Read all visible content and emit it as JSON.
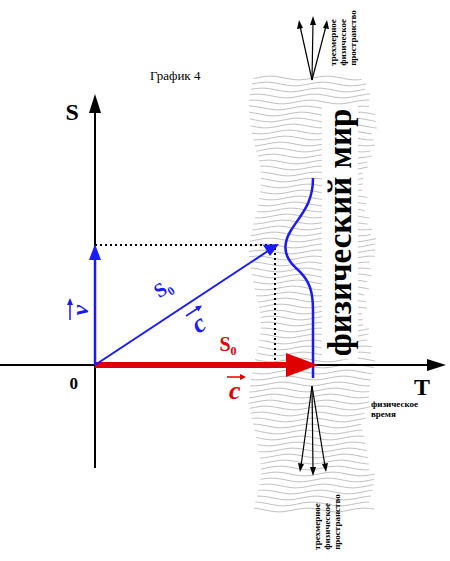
{
  "diagram": {
    "title": "График 4",
    "nodes": [
      {
        "text": [
          "физический мир"
        ]
      }
    ],
    "labels": [
      "S",
      "T",
      "0",
      "S₀",
      "c",
      "S₀",
      "c",
      "v",
      "трехмерное физическое пространство",
      "трехмерное физическое пространство",
      "физическое время"
    ]
  }
}
